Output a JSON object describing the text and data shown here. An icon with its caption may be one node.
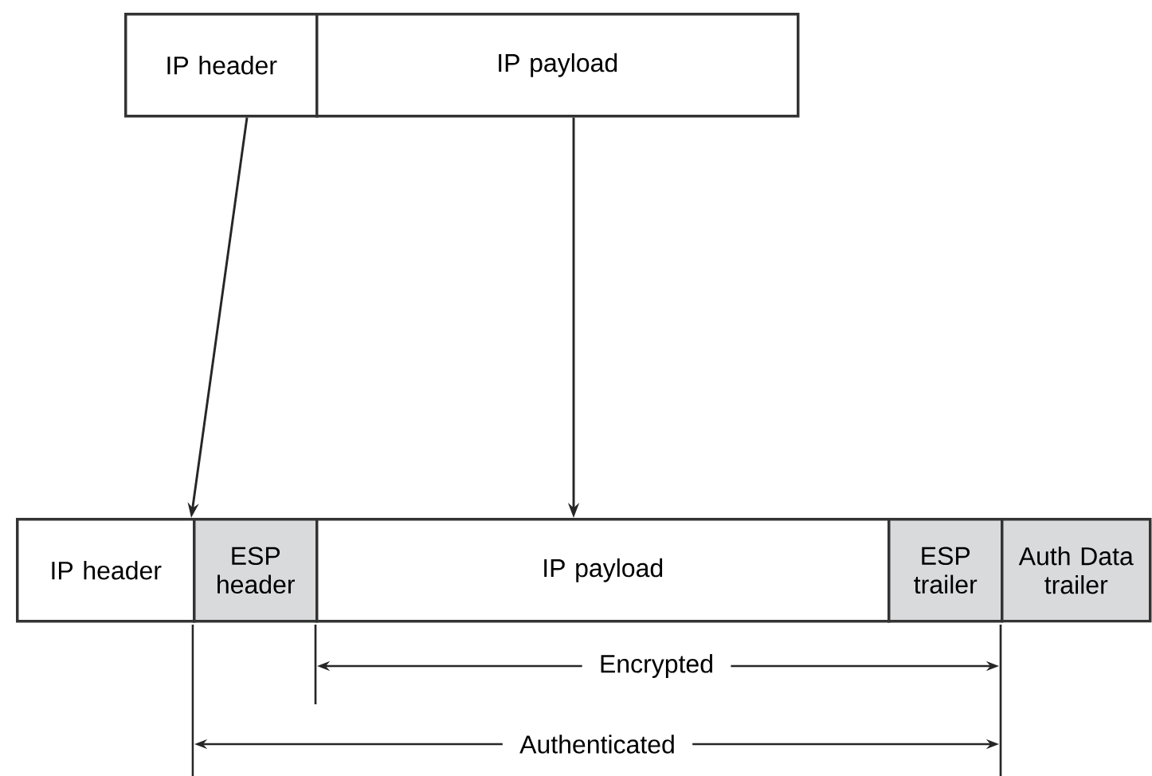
{
  "diagram": {
    "nodes": [
      {
        "text": [
          "IP header"
        ]
      },
      {
        "text": [
          "IP payload"
        ]
      },
      {
        "text": [
          "IP header"
        ]
      },
      {
        "text": [
          "ESP header"
        ]
      },
      {
        "text": [
          "IP payload"
        ]
      },
      {
        "text": [
          "ESP trailer"
        ]
      },
      {
        "text": [
          "Auth Data trailer"
        ]
      }
    ],
    "edges": [
      {
        "from": 0,
        "to": 2,
        "arrow": "to"
      },
      {
        "from": 1,
        "to": 4,
        "arrow": "to"
      }
    ],
    "labels": [
      "Encrypted",
      "Authenticated"
    ]
  }
}
